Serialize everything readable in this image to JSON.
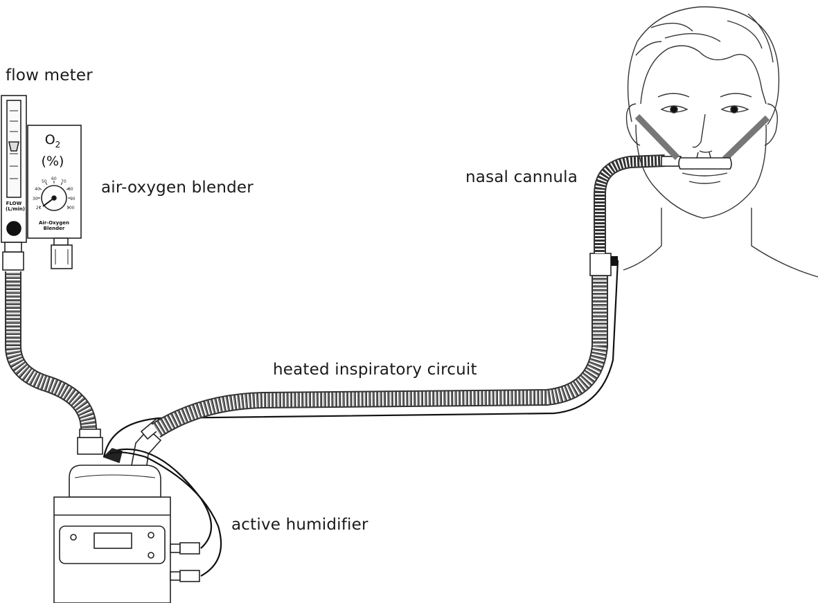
{
  "labels": {
    "flow_meter": "flow meter",
    "air_oxygen_blender": "air-oxygen blender",
    "nasal_cannula": "nasal cannula",
    "heated_inspiratory_circuit": "heated inspiratory circuit",
    "active_humidifier": "active humidifier"
  },
  "blender_device": {
    "o2_main": "O",
    "o2_sub": "2",
    "percent": "(%)",
    "caption_line1": "Air-Oxygen",
    "caption_line2": "Blender",
    "dial_ticks": [
      "21",
      "30",
      "40",
      "50",
      "60",
      "70",
      "80",
      "90",
      "100"
    ]
  },
  "flow_meter_device": {
    "caption_line1": "FLOW",
    "caption_line2": "(L/min)"
  }
}
